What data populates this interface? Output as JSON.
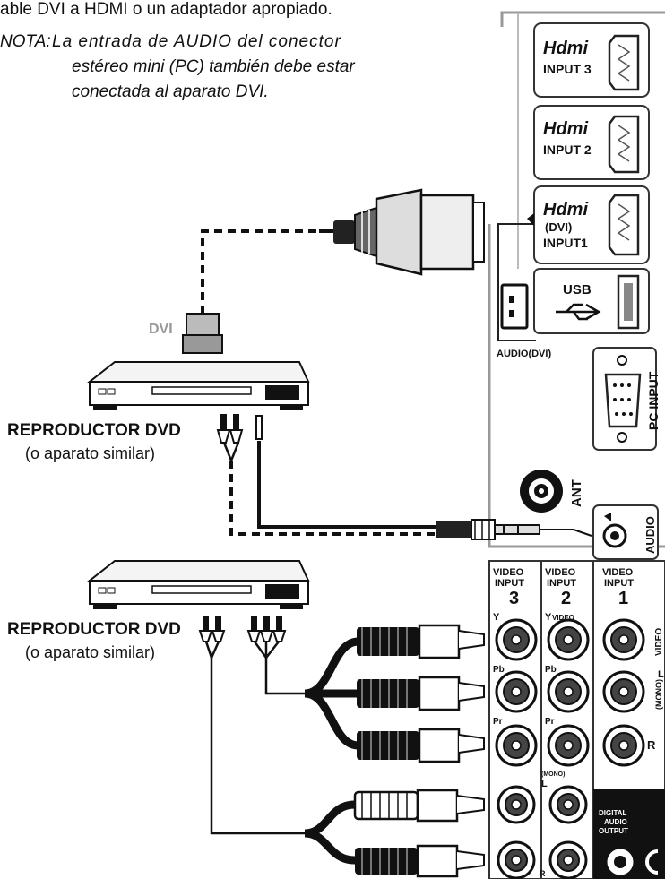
{
  "intro_line": "able DVI a HDMI o un adaptador apropiado.",
  "note": {
    "prefix": "NOTA:",
    "line1": "La entrada de AUDIO del conector",
    "line2": "estéreo mini (PC) también debe estar",
    "line3": "conectada al aparato DVI."
  },
  "hdmi": {
    "logo": "Hdmi",
    "input3": "INPUT 3",
    "input2": "INPUT 2",
    "dvi_tag": "(DVI)",
    "input1": "INPUT1"
  },
  "usb_label": "USB",
  "audio_dvi_label": "AUDIO(DVI)",
  "pc_input_label": "PC INPUT",
  "ant_label": "ANT",
  "audio_label": "AUDIO",
  "dvi_label": "DVI",
  "device1": {
    "title": "REPRODUCTOR DVD",
    "subtitle": "(o aparato similar)"
  },
  "device2": {
    "title": "REPRODUCTOR DVD",
    "subtitle": "(o aparato similar)"
  },
  "video_inputs": {
    "video_word": "VIDEO",
    "input_word": "INPUT",
    "n3": "3",
    "n2": "2",
    "n1": "1",
    "y": "Y",
    "y_video": "VIDEO",
    "pb": "Pb",
    "pr": "Pr",
    "video_side": "VIDEO",
    "l": "L",
    "mono": "(MONO)",
    "r": "R",
    "mono_small": "(MONO)",
    "r_small": "R"
  },
  "digital_output": {
    "line1": "DIGITAL",
    "line2": "AUDIO",
    "line3": "OUTPUT"
  }
}
